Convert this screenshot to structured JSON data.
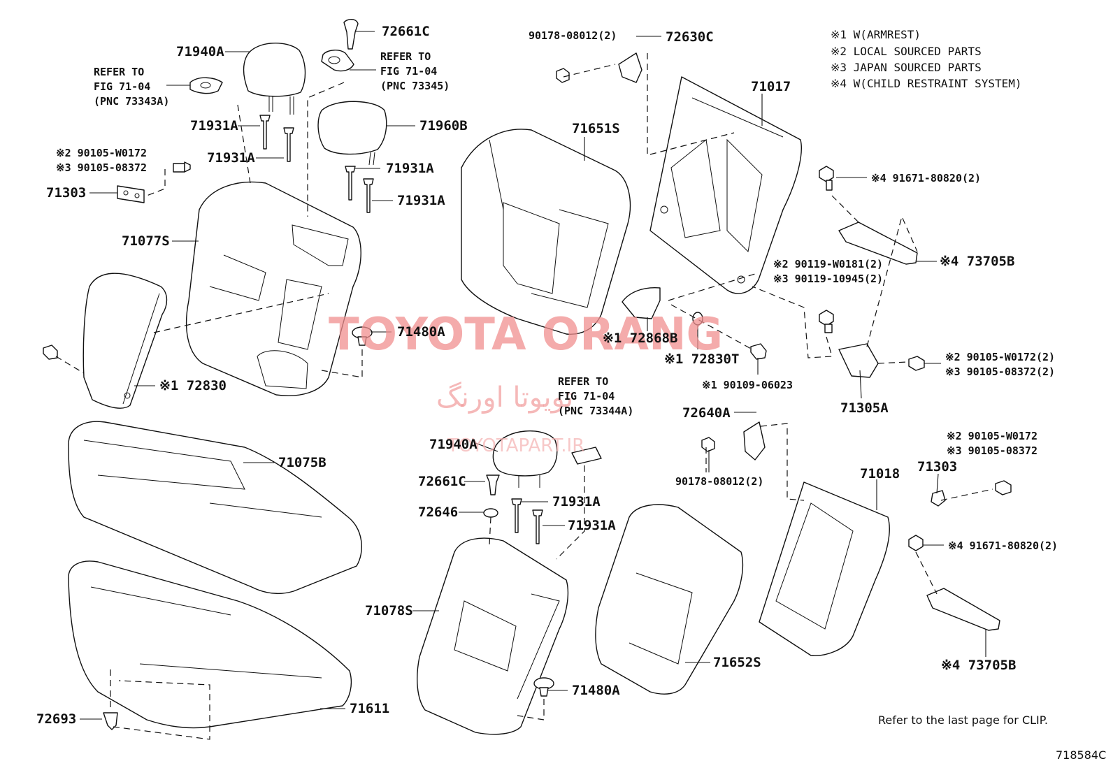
{
  "legend": [
    "※1 W(ARMREST)",
    "※2 LOCAL SOURCED PARTS",
    "※3 JAPAN SOURCED PARTS",
    "※4 W(CHILD RESTRAINT SYSTEM)"
  ],
  "refer_notes": {
    "n73343a": [
      "REFER TO",
      "FIG 71-04",
      "(PNC 73343A)"
    ],
    "n73345": [
      "REFER TO",
      "FIG 71-04",
      "(PNC 73345)"
    ],
    "n73344a": [
      "REFER TO",
      "FIG 71-04",
      "(PNC 73344A)"
    ]
  },
  "labels": {
    "p71940a_top": "71940A",
    "p72661c_top": "72661C",
    "p90178_top": "90178-08012(2)",
    "p72630c": "72630C",
    "p71017": "71017",
    "p71651s": "71651S",
    "p71960b": "71960B",
    "p71931a_1": "71931A",
    "p71931a_2": "71931A",
    "p71931a_3": "71931A",
    "p71931a_4": "71931A",
    "p90105_l1": "※2 90105-W0172",
    "p90105_l2": "※3 90105-08372",
    "p71303_l": "71303",
    "p71077s": "71077S",
    "p71480a_top": "71480A",
    "p172830": "※1 72830",
    "p172868b": "※1 72868B",
    "p172830t": "※1 72830T",
    "p190109": "※1 90109-06023",
    "p91671_top": "※4 91671-80820(2)",
    "p73705b_top": "※4 73705B",
    "p90119_a": "※2 90119-W0181(2)",
    "p90119_b": "※3 90119-10945(2)",
    "p90105_r1": "※2 90105-W0172(2)",
    "p90105_r2": "※3 90105-08372(2)",
    "p71305a": "71305A",
    "p72640a": "72640A",
    "p90178_bot": "90178-08012(2)",
    "p71018": "71018",
    "p90105_r3": "※2 90105-W0172",
    "p90105_r4": "※3 90105-08372",
    "p71303_r": "71303",
    "p91671_bot": "※4 91671-80820(2)",
    "p73705b_bot": "※4 73705B",
    "p71075b": "71075B",
    "p71940a_bot": "71940A",
    "p72661c_bot": "72661C",
    "p72646": "72646",
    "p71931a_5": "71931A",
    "p71931a_6": "71931A",
    "p71078s": "71078S",
    "p71652s": "71652S",
    "p71480a_bot": "71480A",
    "p72693": "72693",
    "p71611": "71611"
  },
  "footer": {
    "clip_note": "Refer to the last page for CLIP.",
    "diagram_id": "718584C"
  },
  "watermark": {
    "brand": "TOYOTA ORANG",
    "persian": "تویوتا اورنگ",
    "site": "TOYOTAPART.IR"
  },
  "colors": {
    "ink": "#111111",
    "watermark": "#f08f8f"
  }
}
